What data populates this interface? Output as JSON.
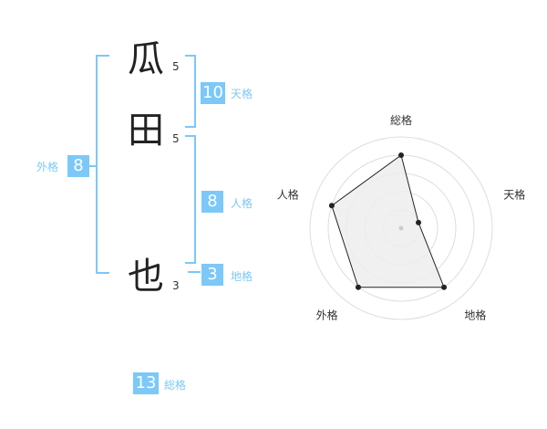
{
  "name": {
    "chars": [
      {
        "char": "瓜",
        "strokes": "5"
      },
      {
        "char": "田",
        "strokes": "5"
      },
      {
        "char": "也",
        "strokes": "3"
      }
    ]
  },
  "kakaku": {
    "tenkaku": {
      "label": "天格",
      "value": "10"
    },
    "jinkaku": {
      "label": "人格",
      "value": "8"
    },
    "chikaku": {
      "label": "地格",
      "value": "3"
    },
    "gaikaku": {
      "label": "外格",
      "value": "8"
    },
    "soukaku": {
      "label": "総格",
      "value": "13"
    }
  },
  "chart_data": {
    "type": "radar",
    "axes": [
      "総格",
      "天格",
      "地格",
      "外格",
      "人格"
    ],
    "values": [
      4,
      1,
      4,
      4,
      4
    ],
    "max": 5,
    "rings": 5,
    "colors": {
      "fill": "#ededed",
      "line": "#222222",
      "ring": "#dddddd",
      "accent": "#7cc8f8"
    }
  }
}
